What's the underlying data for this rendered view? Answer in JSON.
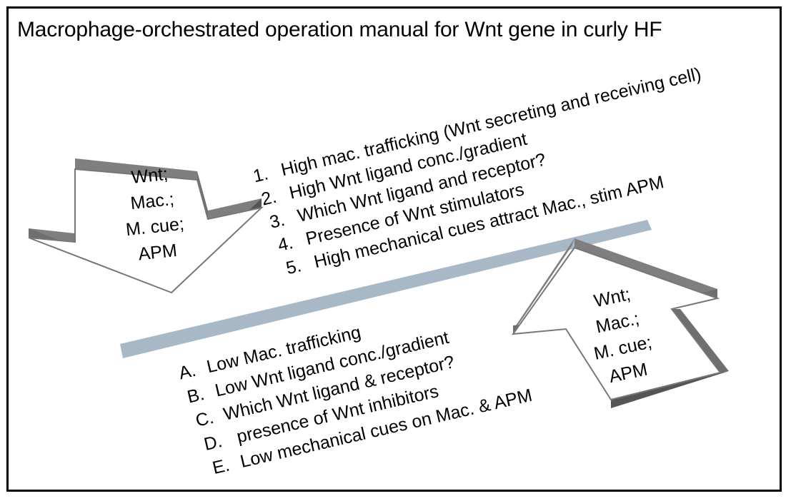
{
  "title": "Macrophage-orchestrated operation manual for Wnt gene in curly HF",
  "high_items": [
    {
      "marker": "1.",
      "text": "High mac. trafficking (Wnt secreting and receiving cell)"
    },
    {
      "marker": "2.",
      "text": "High Wnt ligand conc./gradient"
    },
    {
      "marker": "3.",
      "text": "Which Wnt ligand and receptor?"
    },
    {
      "marker": "4.",
      "text": "Presence of Wnt stimulators"
    },
    {
      "marker": "5.",
      "text": "High mechanical cues attract Mac., stim APM"
    }
  ],
  "low_items": [
    {
      "marker": "A.",
      "text": "Low Mac. trafficking"
    },
    {
      "marker": "B.",
      "text": "Low Wnt ligand conc./gradient"
    },
    {
      "marker": "C.",
      "text": "Which Wnt  ligand & receptor?"
    },
    {
      "marker": "D.",
      "text": " presence of Wnt inhibitors"
    },
    {
      "marker": "E.",
      "text": "Low mechanical cues on Mac. & APM"
    }
  ],
  "left_arrow_label": [
    "Wnt;",
    "Mac.;",
    "M. cue;",
    "APM"
  ],
  "right_arrow_label": [
    "Wnt;",
    "Mac.;",
    "M. cue;",
    "APM"
  ],
  "colors": {
    "frame": "#000000",
    "arrow_fill": "#ffffff",
    "arrow_side": "#7f7f7f",
    "arrow_side_dark": "#555555",
    "divider_bar": "#a8b8c6"
  }
}
